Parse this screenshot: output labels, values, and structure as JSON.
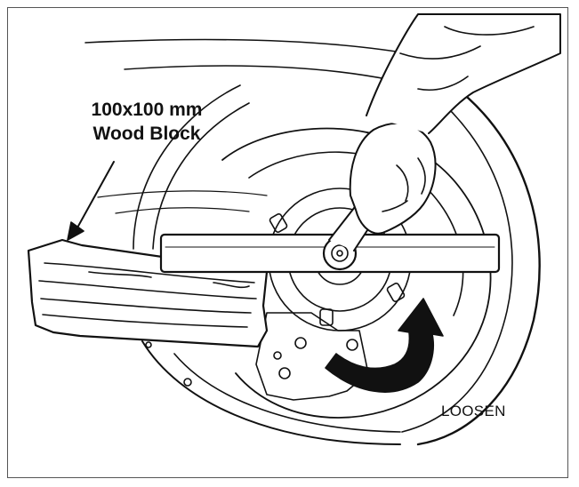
{
  "labels": {
    "block_size": "100x100 mm",
    "block_name": "Wood Block",
    "action": "LOOSEN"
  },
  "colors": {
    "ink": "#111111",
    "frame": "#555555",
    "paper": "#ffffff"
  }
}
